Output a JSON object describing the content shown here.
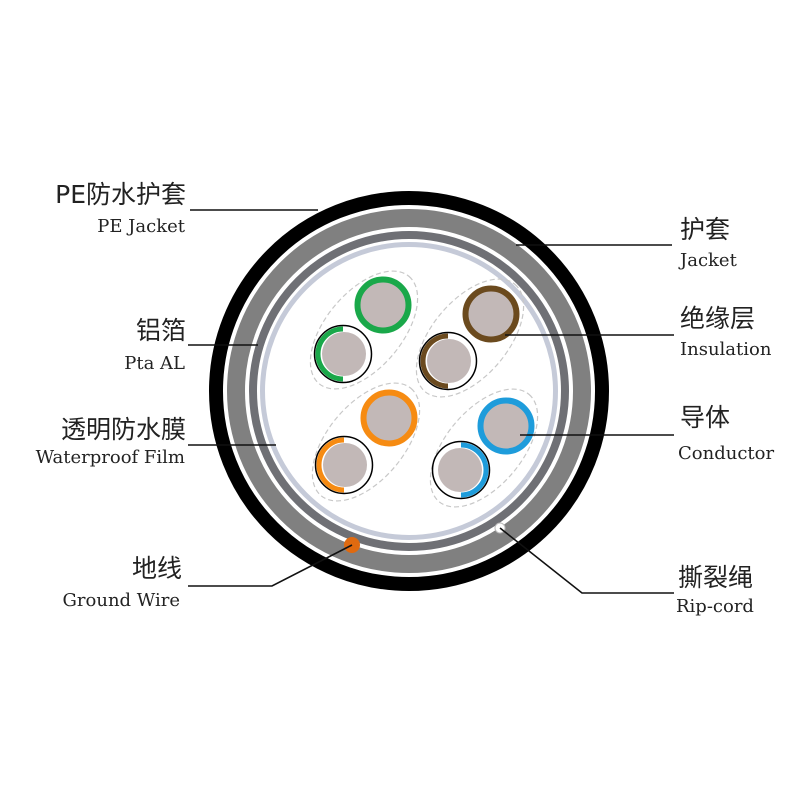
{
  "labels": {
    "pe_jacket": {
      "zh": "PE防水护套",
      "en": "PE Jacket"
    },
    "aluminum_foil": {
      "zh": "铝箔",
      "en": "Pta AL"
    },
    "waterproof_film": {
      "zh": "透明防水膜",
      "en": "Waterproof Film"
    },
    "ground_wire": {
      "zh": "地线",
      "en": "Ground Wire"
    },
    "jacket": {
      "zh": "护套",
      "en": "Jacket"
    },
    "insulation": {
      "zh": "绝缘层",
      "en": "Insulation"
    },
    "conductor": {
      "zh": "导体",
      "en": "Conductor"
    },
    "rip_cord": {
      "zh": "撕裂绳",
      "en": "Rip-cord"
    }
  },
  "colors": {
    "outer_jacket": "#000000",
    "jacket": "#808080",
    "foil": "#6f7075",
    "film": "#c5cad8",
    "conductor": "#c2b8b7",
    "green": "#1aa84a",
    "brown": "#6b4a1e",
    "orange": "#f68b12",
    "blue": "#1e9cdb",
    "ground_wire": "#e06a10"
  },
  "pairs": [
    "green",
    "brown",
    "orange",
    "blue"
  ]
}
